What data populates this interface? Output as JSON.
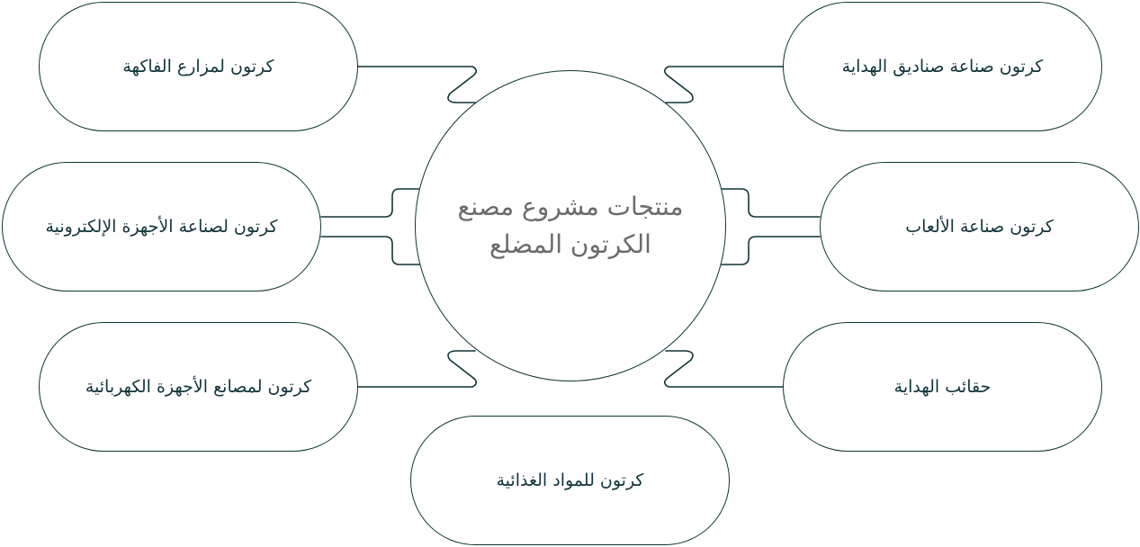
{
  "diagram": {
    "center": {
      "label": "منتجات مشروع مصنع الكرتون المضلع"
    },
    "nodes": [
      {
        "id": "top-left",
        "label": "كرتون لمزارع الفاكهة"
      },
      {
        "id": "mid-left",
        "label": "كرتون لصناعة الأجهزة الإلكترونية"
      },
      {
        "id": "bottom-left",
        "label": "كرتون لمصانع الأجهزة الكهربائية"
      },
      {
        "id": "top-right",
        "label": "كرتون صناعة صناديق الهداية"
      },
      {
        "id": "mid-right",
        "label": "كرتون صناعة الألعاب"
      },
      {
        "id": "bottom-right",
        "label": "حقائب الهداية"
      },
      {
        "id": "bottom",
        "label": "كرتون للمواد الغذائية"
      }
    ]
  },
  "colors": {
    "outline": "#0f3535",
    "node_text": "#12343b",
    "center_text": "#6b6b6b",
    "background": "#ffffff"
  }
}
